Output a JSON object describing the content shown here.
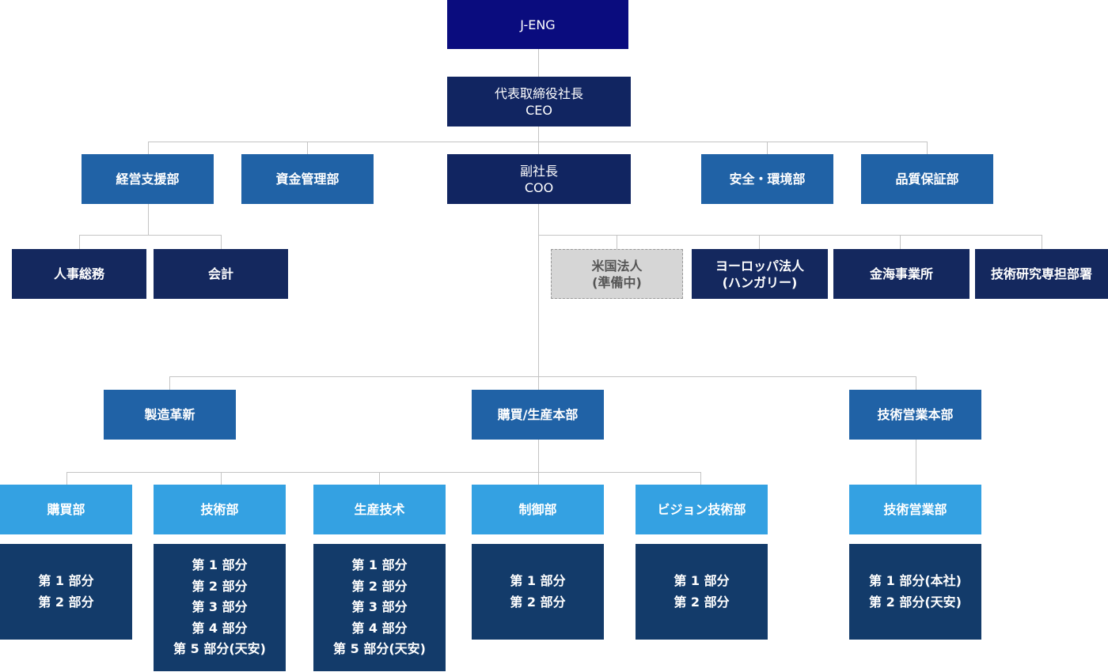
{
  "root": "J-ENG",
  "ceo": {
    "title": "代表取締役社長",
    "en": "CEO"
  },
  "coo": {
    "title": "副社長",
    "en": "COO"
  },
  "ceo_departments": [
    "経営支援部",
    "資金管理部",
    "安全・環境部",
    "品質保証部"
  ],
  "support_units": [
    "人事総務",
    "会計"
  ],
  "coo_entities": {
    "us_line1": "米国法人",
    "us_line2": "(準備中)",
    "eu_line1": "ヨーロッパ法人",
    "eu_line2": "(ハンガリー)",
    "jinhai": "金海事業所",
    "research": "技術研究専担部署"
  },
  "divisions": [
    "製造革新",
    "購買/生産本部",
    "技術営業本部"
  ],
  "departments": [
    "購買部",
    "技術部",
    "生産技术",
    "制御部",
    "ビジョン技術部",
    "技術営業部"
  ],
  "sections": {
    "purchasing": [
      "第 1 部分",
      "第 2 部分"
    ],
    "engineering": [
      "第 1 部分",
      "第 2 部分",
      "第 3 部分",
      "第 4 部分",
      "第 5 部分(天安)"
    ],
    "production_tech": [
      "第 1 部分",
      "第 2 部分",
      "第 3 部分",
      "第 4 部分",
      "第 5 部分(天安)"
    ],
    "control": [
      "第 1 部分",
      "第 2 部分"
    ],
    "vision": [
      "第 1 部分",
      "第 2 部分"
    ],
    "sales": [
      "第 1 部分(本社)",
      "第 2 部分(天安)"
    ]
  }
}
